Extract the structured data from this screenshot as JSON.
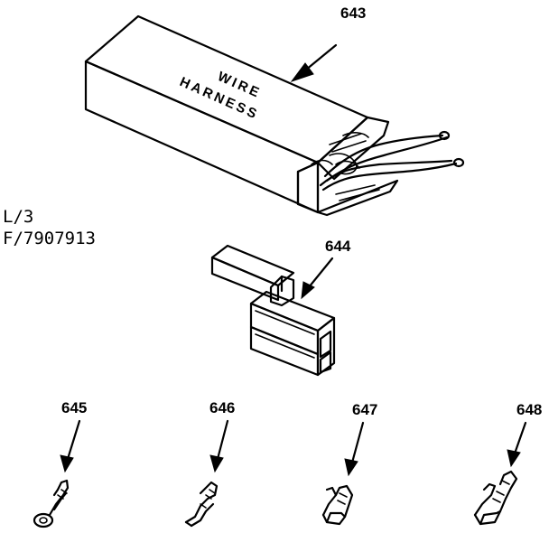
{
  "document_codes": {
    "line1": "L/3",
    "line2": "F/7907913"
  },
  "parts": {
    "wire_harness": {
      "number": "643",
      "box_text_line1": "WIRE",
      "box_text_line2": "HARNESS"
    },
    "connector_housing": {
      "number": "644"
    },
    "terminal_ring": {
      "number": "645"
    },
    "terminal_spade": {
      "number": "646"
    },
    "terminal_clip_a": {
      "number": "647"
    },
    "terminal_clip_b": {
      "number": "648"
    }
  },
  "colors": {
    "ink": "#000000",
    "background": "#ffffff"
  }
}
